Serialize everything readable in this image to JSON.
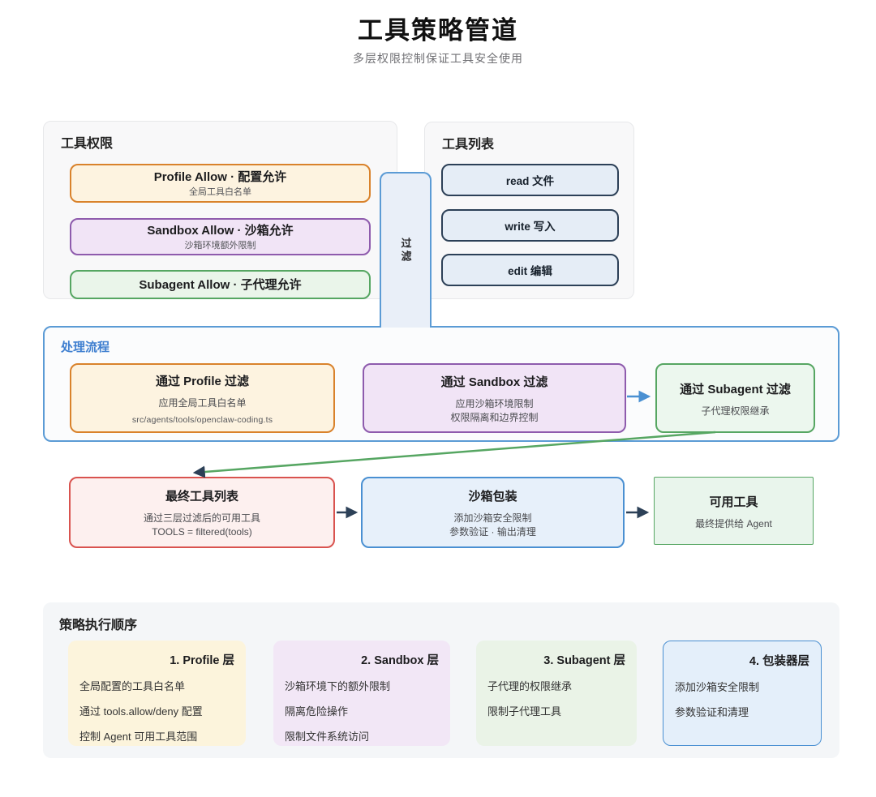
{
  "page": {
    "title": "工具策略管道",
    "subtitle": "多层权限控制保证工具安全使用"
  },
  "accents": {
    "orange": "#d9822b",
    "purple": "#8e5bad",
    "green": "#56a662",
    "blue": "#4a90d2",
    "navy": "#2c4057",
    "red": "#d9534f",
    "panel_gray": "#f8f8f9"
  },
  "tool_permissions": {
    "title": "工具权限",
    "items": [
      {
        "title": "Profile Allow · 配置允许",
        "subtitle": "全局工具白名单"
      },
      {
        "title": "Sandbox Allow · 沙箱允许",
        "subtitle": "沙箱环境额外限制"
      },
      {
        "title": "Subagent Allow · 子代理允许"
      }
    ]
  },
  "filter_connector": {
    "label": "过滤"
  },
  "tool_list": {
    "title": "工具列表",
    "items": [
      {
        "label": "read 文件"
      },
      {
        "label": "write 写入"
      },
      {
        "label": "edit 编辑"
      }
    ]
  },
  "process_flow": {
    "title": "处理流程",
    "steps": [
      {
        "title": "通过 Profile 过滤",
        "line1": "应用全局工具白名单",
        "line2": "src/agents/tools/openclaw-coding.ts"
      },
      {
        "title": "通过 Sandbox 过滤",
        "line1": "应用沙箱环境限制",
        "line2": "权限隔离和边界控制"
      },
      {
        "title": "通过 Subagent 过滤",
        "line1": "子代理权限继承"
      }
    ]
  },
  "output_flow": {
    "steps": [
      {
        "title": "最终工具列表",
        "line1": "通过三层过滤后的可用工具",
        "line2": "TOOLS = filtered(tools)"
      },
      {
        "title": "沙箱包装",
        "line1": "添加沙箱安全限制",
        "line2": "参数验证 · 输出清理"
      },
      {
        "title": "可用工具",
        "line1": "最终提供给 Agent"
      }
    ]
  },
  "policy_order": {
    "title": "策略执行顺序",
    "cards": [
      {
        "title": "1. Profile 层",
        "items": [
          "全局配置的工具白名单",
          "通过 tools.allow/deny 配置",
          "控制 Agent 可用工具范围"
        ]
      },
      {
        "title": "2. Sandbox 层",
        "items": [
          "沙箱环境下的额外限制",
          "隔离危险操作",
          "限制文件系统访问"
        ]
      },
      {
        "title": "3. Subagent 层",
        "items": [
          "子代理的权限继承",
          "限制子代理工具"
        ]
      },
      {
        "title": "4. 包装器层",
        "items": [
          "添加沙箱安全限制",
          "参数验证和清理"
        ]
      }
    ]
  }
}
